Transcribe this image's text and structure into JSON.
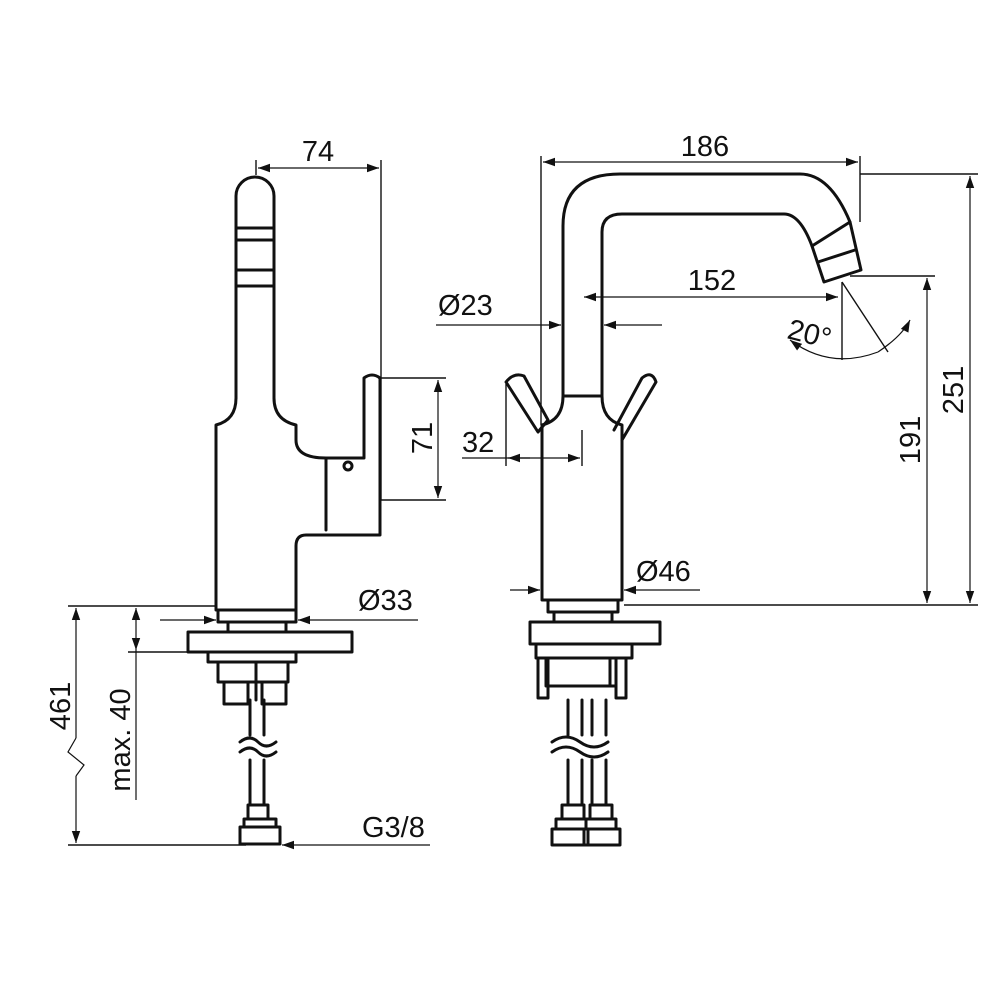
{
  "drawing": {
    "side_view": {
      "width": "74",
      "lever_height": "71",
      "base_diameter": "Ø33",
      "total_length": "461",
      "max_thickness": "max. 40",
      "connection": "G3/8"
    },
    "front_view": {
      "reach_total": "186",
      "reach_spout": "152",
      "spout_diameter": "Ø23",
      "lever_offset": "32",
      "body_diameter": "Ø46",
      "spout_angle": "20°",
      "outlet_height": "191",
      "total_height": "251"
    }
  }
}
